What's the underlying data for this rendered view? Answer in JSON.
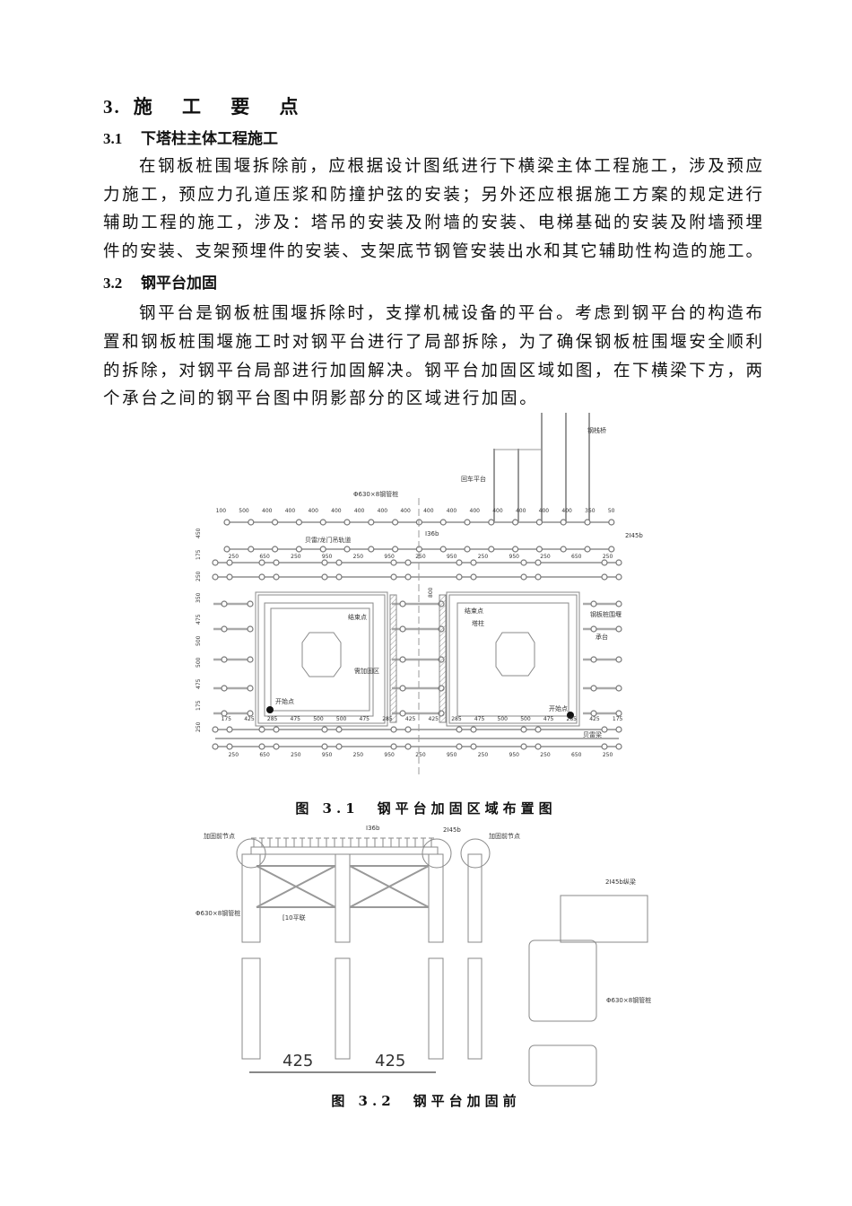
{
  "section": {
    "number": "3.",
    "title": "施 工 要 点"
  },
  "sub1": {
    "number": "3.1",
    "title": "下塔柱主体工程施工",
    "lines": [
      "在钢板桩围堰拆除前，应根据设计图纸进行下横梁主体工程施工，涉及预应",
      "力施工，预应力孔道压浆和防撞护弦的安装；另外还应根据施工方案的规定进行",
      "辅助工程的施工，涉及：塔吊的安装及附墙的安装、电梯基础的安装及附墙预埋",
      "件的安装、支架预埋件的安装、支架底节钢管安装出水和其它辅助性构造的施工。"
    ]
  },
  "sub2": {
    "number": "3.2",
    "title": "钢平台加固",
    "lines": [
      "钢平台是钢板桩围堰拆除时，支撑机械设备的平台。考虑到钢平台的构造布",
      "置和钢板桩围堰施工时对钢平台进行了局部拆除，为了确保钢板桩围堰安全顺利",
      "的拆除，对钢平台局部进行加固解决。钢平台加固区域如图，在下横梁下方，两",
      "个承台之间的钢平台图中阴影部分的区域进行加固。"
    ]
  },
  "fig1": {
    "caption": "图 3.1　钢平台加固区域布置图",
    "labels": {
      "trestle": "钢栈桥",
      "turnaround": "回车平台",
      "pile": "Φ630×8钢管桩",
      "i36b": "I36b",
      "i45b": "2I45b",
      "track": "贝雷/龙门吊轨道",
      "end_left": "结束点",
      "end_right": "结束点",
      "tower": "塔柱",
      "cofferdam": "钢板桩围堰",
      "cap": "承台",
      "reinforce": "需加固区",
      "start_left": "开始点",
      "start_right": "开始点",
      "beret": "贝雷梁"
    },
    "top_dims": [
      "100",
      "500",
      "400",
      "400",
      "400",
      "400",
      "400",
      "400",
      "400",
      "400",
      "400",
      "400",
      "400",
      "400",
      "400",
      "400",
      "350",
      "50"
    ],
    "row_dims": [
      "250",
      "650",
      "250",
      "950",
      "250",
      "950",
      "250",
      "950",
      "250",
      "950",
      "250",
      "650",
      "250"
    ],
    "mid_dims": [
      "175",
      "425",
      "285",
      "475",
      "500",
      "500",
      "475",
      "285",
      "425",
      "425",
      "285",
      "475",
      "500",
      "500",
      "475",
      "285",
      "425",
      "175"
    ],
    "side_dims": [
      "450",
      "175",
      "250",
      "350",
      "475",
      "500",
      "500",
      "475",
      "175",
      "250"
    ],
    "gap_dim": "800"
  },
  "fig2": {
    "caption": "图 3.2　钢平台加固前",
    "labels": {
      "node_left": "加固前节点",
      "i36b": "I36b",
      "i45b": "2I45b",
      "node_right": "加固前节点",
      "pile": "Φ630×8钢管桩",
      "brace": "[10平联",
      "longbeam": "2I45b纵梁",
      "pile_detail": "Φ630×8钢管桩"
    },
    "dims": [
      "425",
      "425"
    ]
  }
}
